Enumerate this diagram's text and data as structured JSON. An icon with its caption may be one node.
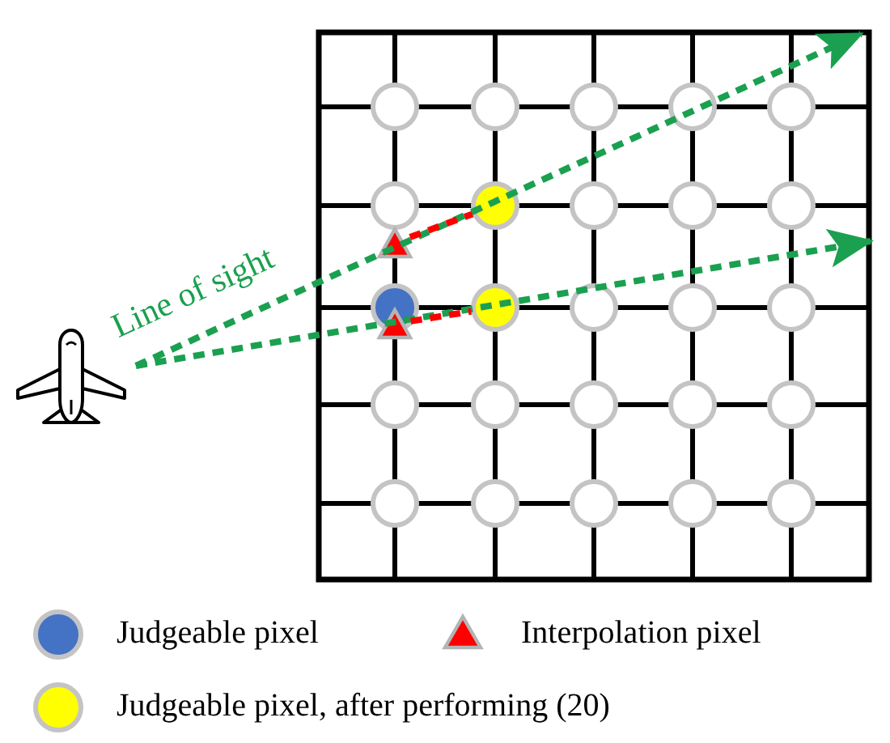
{
  "diagram": {
    "nodes": [
      {
        "text": [],
        "shape": "airplane"
      },
      {
        "text": [],
        "shape": "circle"
      },
      {
        "text": [],
        "shape": "circle"
      },
      {
        "text": [],
        "shape": "circle"
      },
      {
        "text": [],
        "shape": "circle"
      },
      {
        "text": [],
        "shape": "circle"
      },
      {
        "text": [],
        "shape": "circle"
      },
      {
        "text": [],
        "shape": "circle"
      },
      {
        "text": [],
        "shape": "circle"
      },
      {
        "text": [],
        "shape": "circle"
      },
      {
        "text": [],
        "shape": "circle"
      },
      {
        "text": [],
        "shape": "triangle"
      },
      {
        "text": [],
        "shape": "circle"
      },
      {
        "text": [],
        "shape": "circle"
      },
      {
        "text": [],
        "shape": "circle"
      },
      {
        "text": [],
        "shape": "circle"
      },
      {
        "text": [],
        "shape": "circle"
      },
      {
        "text": [],
        "shape": "triangle"
      },
      {
        "text": [],
        "shape": "circle"
      },
      {
        "text": [],
        "shape": "circle"
      },
      {
        "text": [],
        "shape": "circle"
      },
      {
        "text": [],
        "shape": "circle"
      },
      {
        "text": [],
        "shape": "circle"
      },
      {
        "text": [],
        "shape": "circle"
      },
      {
        "text": [],
        "shape": "circle"
      },
      {
        "text": [],
        "shape": "circle"
      },
      {
        "text": [],
        "shape": "circle"
      },
      {
        "text": [],
        "shape": "circle"
      }
    ],
    "edges": [
      {
        "from": 0,
        "to": null,
        "arrow": "to",
        "style": "dashed",
        "label": "Line of sight"
      },
      {
        "from": 0,
        "to": null,
        "arrow": "to",
        "style": "dashed"
      },
      {
        "from": 11,
        "to": 7,
        "arrow": "none",
        "style": "dashed",
        "color": "#ff0000"
      },
      {
        "from": 17,
        "to": 13,
        "arrow": "none",
        "style": "dashed",
        "color": "#ff0000"
      }
    ],
    "legend": [
      {
        "text": "Judgeable pixel",
        "color": "#4472c4"
      },
      {
        "text": "Interpolation pixel"
      },
      {
        "text": "Judgeable pixel, after performing (20)",
        "color": "#ffff00"
      }
    ]
  }
}
